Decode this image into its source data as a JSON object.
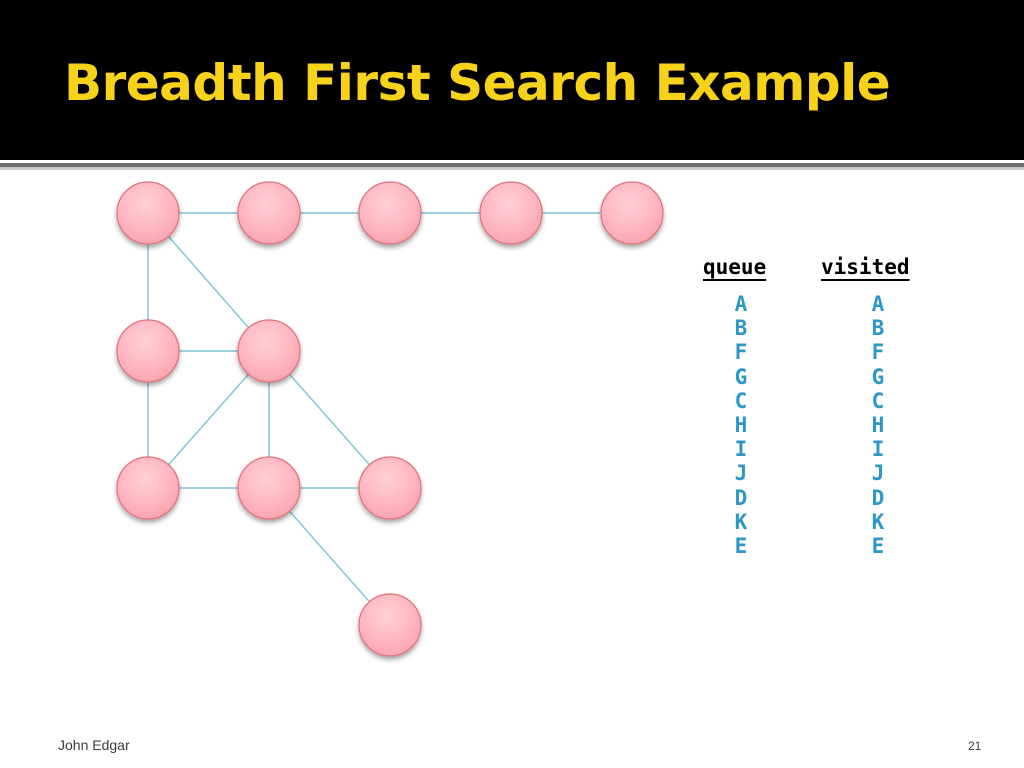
{
  "slide": {
    "title": "Breadth First Search Example",
    "footer_author": "John Edgar",
    "page_number": "21"
  },
  "queue": {
    "header": "queue",
    "items": [
      "A",
      "B",
      "F",
      "G",
      "C",
      "H",
      "I",
      "J",
      "D",
      "K",
      "E"
    ]
  },
  "visited": {
    "header": "visited",
    "items": [
      "A",
      "B",
      "F",
      "G",
      "C",
      "H",
      "I",
      "J",
      "D",
      "K",
      "E"
    ]
  },
  "graph": {
    "node_count": 11,
    "edges": [
      [
        0,
        1
      ],
      [
        1,
        2
      ],
      [
        2,
        3
      ],
      [
        3,
        4
      ],
      [
        0,
        5
      ],
      [
        0,
        6
      ],
      [
        5,
        6
      ],
      [
        5,
        7
      ],
      [
        6,
        7
      ],
      [
        6,
        8
      ],
      [
        6,
        9
      ],
      [
        7,
        8
      ],
      [
        8,
        9
      ],
      [
        8,
        10
      ]
    ]
  },
  "colors": {
    "title_bar": "#000000",
    "title_text": "#f7d21a",
    "node_fill": "#ffb6c1",
    "node_stroke": "#e0707a",
    "edge": "#7cc4d6",
    "letters": "#2d97c6"
  }
}
